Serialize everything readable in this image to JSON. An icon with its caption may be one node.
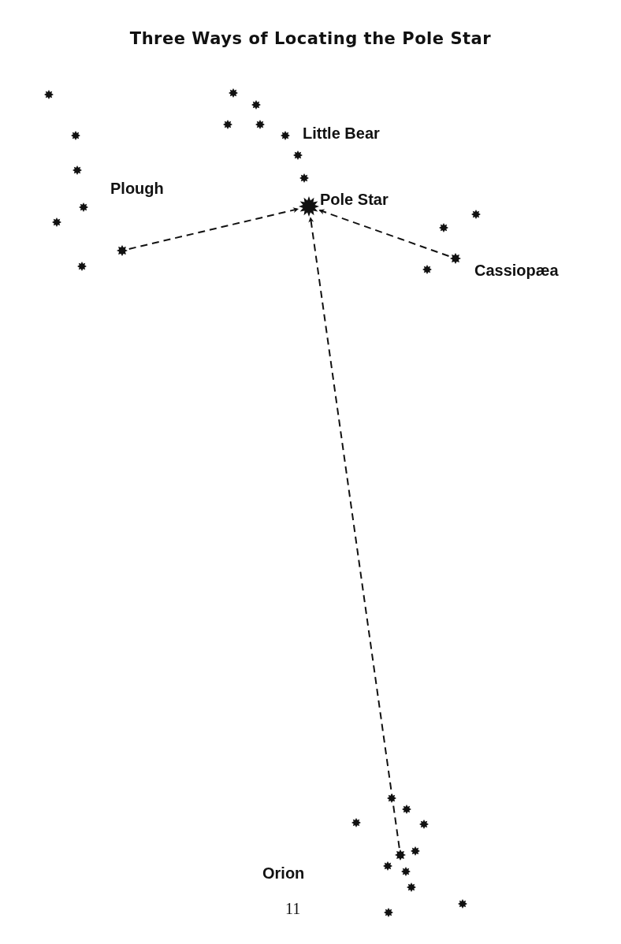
{
  "diagram": {
    "title": "Three Ways of Locating the Pole Star",
    "nodes": [
      {
        "text": [],
        "shape": "star",
        "beside": [
          "Pole Star"
        ]
      },
      {
        "text": [],
        "shape": "star"
      },
      {
        "text": [],
        "shape": "star"
      },
      {
        "text": [],
        "shape": "star"
      }
    ],
    "edges": [
      {
        "from": 1,
        "to": 0,
        "arrow": "to",
        "style": "dashed"
      },
      {
        "from": 2,
        "to": 0,
        "arrow": "to",
        "style": "dashed"
      },
      {
        "from": 3,
        "to": 0,
        "arrow": "to",
        "style": "dashed"
      }
    ],
    "labels": [
      "Little Bear",
      "Plough",
      "Cassiopæa",
      "Orion",
      "11"
    ]
  }
}
